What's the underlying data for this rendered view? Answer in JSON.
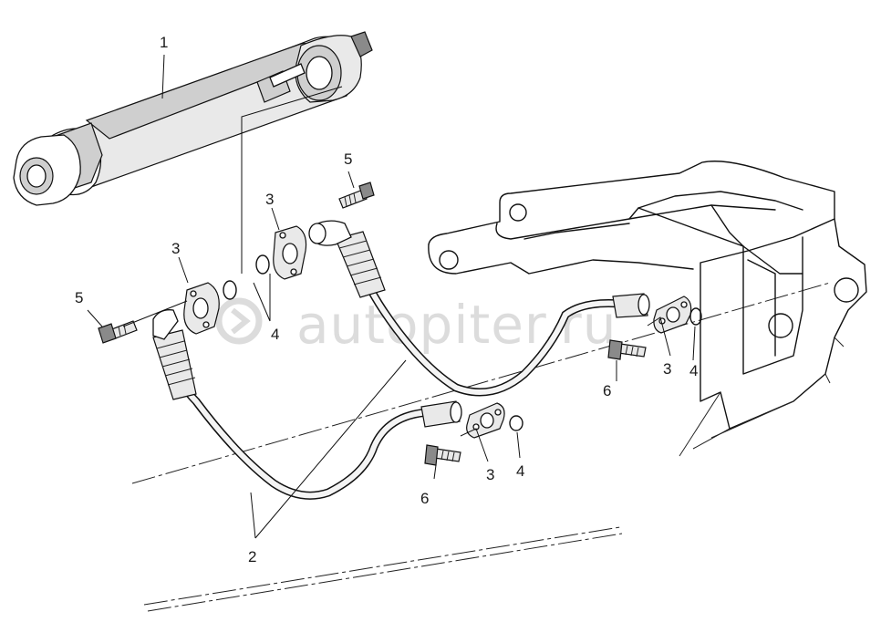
{
  "watermark": "autopiter.ru",
  "callouts": {
    "cylinder": "1",
    "hoses": "2",
    "flange_upper": "3",
    "flange_left": "3",
    "flange_mid": "3",
    "flange_right": "3",
    "oring_left": "4",
    "oring_mid": "4",
    "oring_right": "4",
    "bolt_upper": "5",
    "bolt_left": "5",
    "bolt_mid": "6",
    "bolt_right": "6"
  }
}
